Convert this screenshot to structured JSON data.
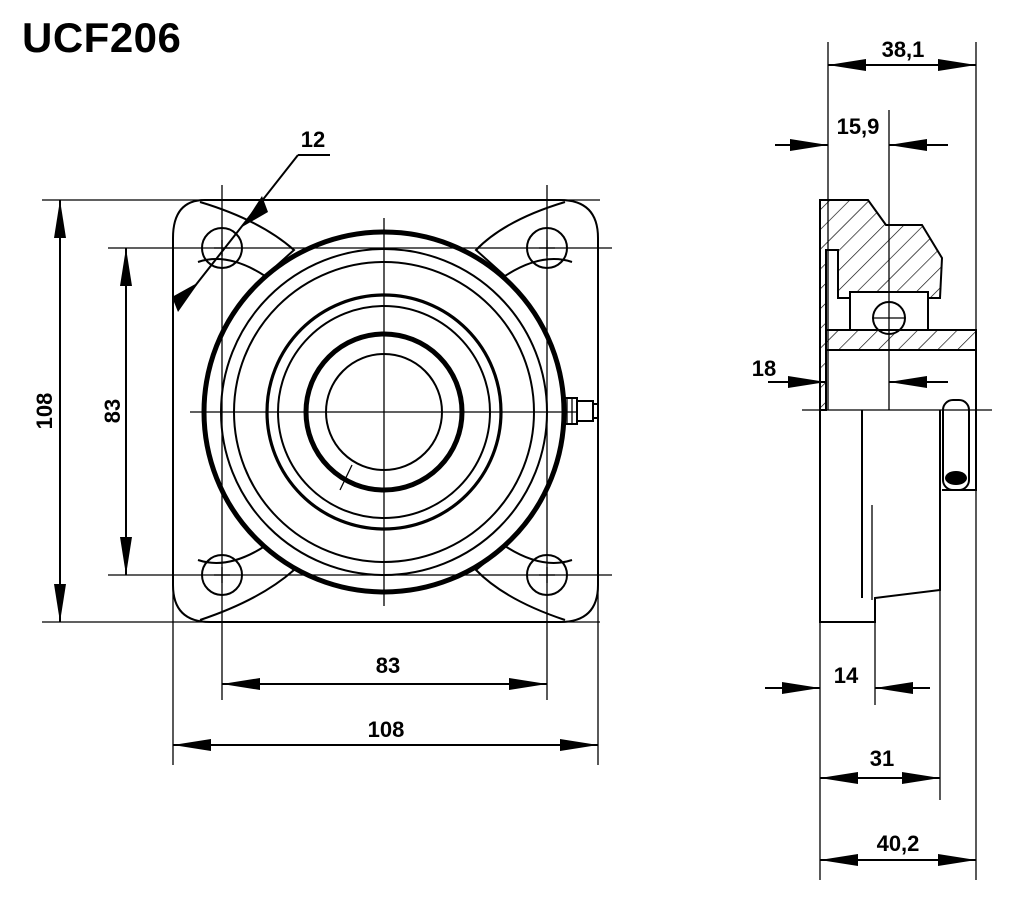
{
  "title": "UCF206",
  "front_view": {
    "dimensions": {
      "bolt_hole_diameter": "12",
      "height_overall": "108",
      "height_bolt_spacing": "83",
      "width_bolt_spacing": "83",
      "width_overall": "108"
    }
  },
  "side_view": {
    "dimensions": {
      "top_overall": "38,1",
      "top_offset": "15,9",
      "center_height": "18",
      "flange_thickness": "14",
      "housing_width": "31",
      "overall_width": "40,2"
    }
  }
}
